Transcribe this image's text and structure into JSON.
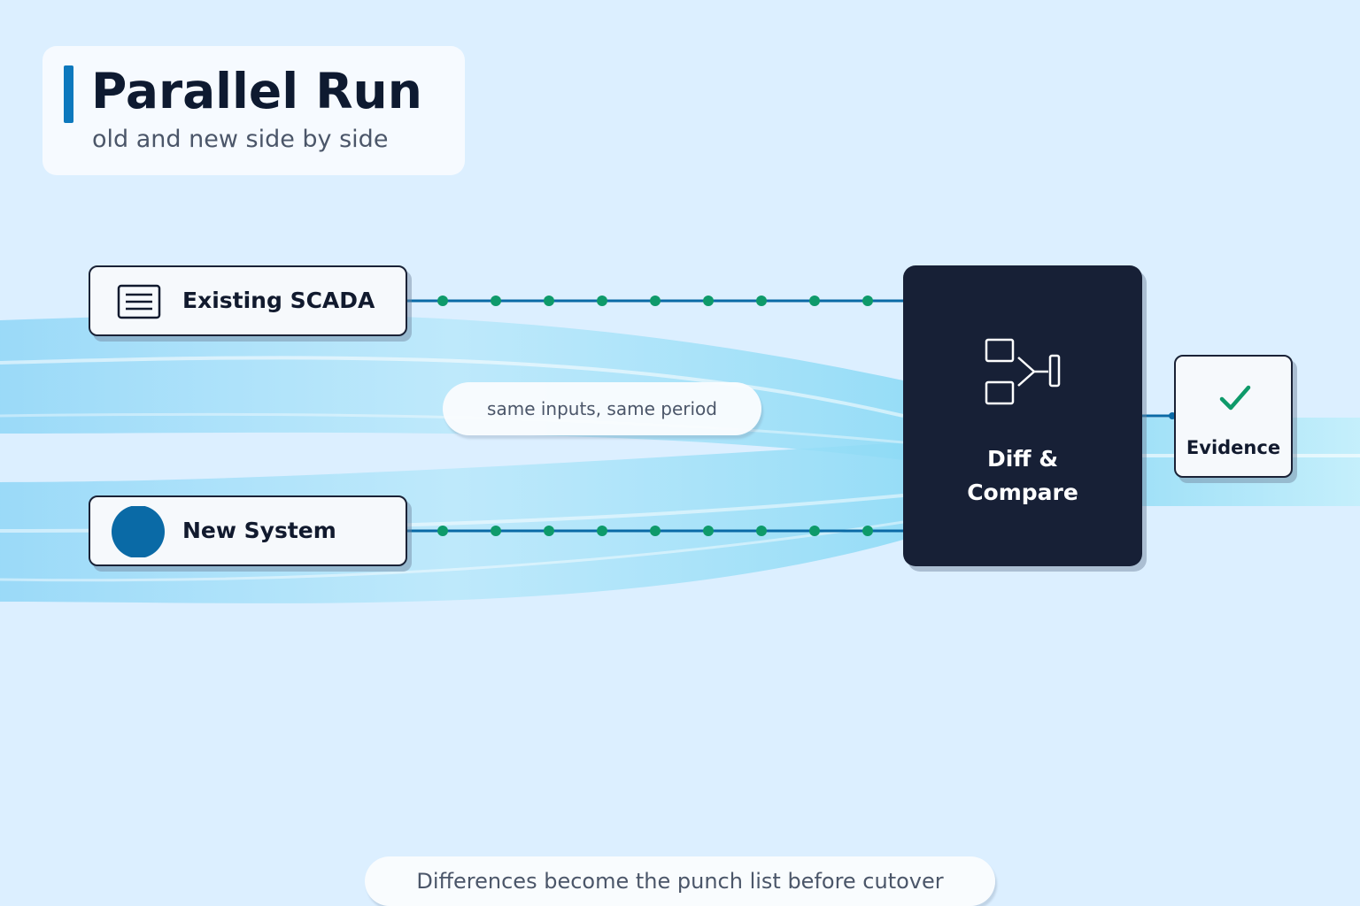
{
  "title": "Parallel Run",
  "subtitle": "old and new side by side",
  "nodes": {
    "existing": {
      "label": "Existing SCADA",
      "icon": "document-lines-icon"
    },
    "new_system": {
      "label": "New System",
      "icon": "filled-circle-icon"
    },
    "diff": {
      "label_line1": "Diff &",
      "label_line2": "Compare",
      "icon": "merge-compare-icon"
    },
    "evidence": {
      "label": "Evidence",
      "icon": "checkmark-icon"
    }
  },
  "annotation": "same inputs, same period",
  "footer": "Differences become the punch list before cutover",
  "colors": {
    "accent": "#0d78bd",
    "connector": "#0a6aa6",
    "dot": "#0e9a6a",
    "dark_box": "#172036",
    "check": "#0e9a6a",
    "node_fill": "#0a6aa6"
  }
}
